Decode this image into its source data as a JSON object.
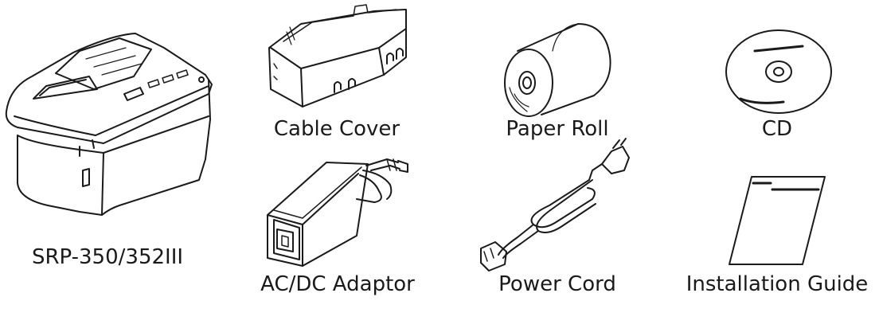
{
  "items": {
    "printer": {
      "label": "SRP-350/352III"
    },
    "cable_cover": {
      "label": "Cable Cover"
    },
    "paper_roll": {
      "label": "Paper Roll"
    },
    "cd": {
      "label": "CD"
    },
    "adaptor": {
      "label": "AC/DC Adaptor"
    },
    "power_cord": {
      "label": "Power Cord"
    },
    "guide": {
      "label": "Installation Guide"
    }
  },
  "colors": {
    "line": "#1a1a1a",
    "background": "#ffffff"
  }
}
